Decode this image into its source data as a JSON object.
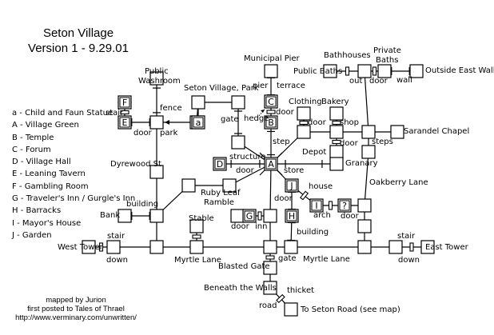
{
  "title": {
    "line1": "Seton Village",
    "line2": "Version 1 - 9.29.01"
  },
  "legend": [
    "a - Child and Faun Statue",
    "A - Village Green",
    "B - Temple",
    "C - Forum",
    "D - Village Hall",
    "E - Leaning Tavern",
    "F - Gambling Room",
    "G - Traveler's Inn / Gurgle's Inn",
    "H - Barracks",
    "I - Mayor's House",
    "J - Garden"
  ],
  "credits": {
    "line1": "mapped by Jurion",
    "line2": "first posted to Tales of Thrael",
    "line3": "http://www.verminary.com/unwritten/"
  },
  "nodes": [
    {
      "id": "pier",
      "letter": ""
    },
    {
      "id": "C",
      "letter": "C"
    },
    {
      "id": "B",
      "letter": "B"
    },
    {
      "id": "A",
      "letter": "A"
    },
    {
      "id": "pubbaths",
      "letter": ""
    },
    {
      "id": "bathhouses",
      "letter": ""
    },
    {
      "id": "privbaths",
      "letter": ""
    },
    {
      "id": "eastwall",
      "letter": ""
    },
    {
      "id": "clothing",
      "letter": ""
    },
    {
      "id": "clothst",
      "letter": ""
    },
    {
      "id": "bakery",
      "letter": ""
    },
    {
      "id": "shopst",
      "letter": ""
    },
    {
      "id": "depot",
      "letter": ""
    },
    {
      "id": "oak1",
      "letter": ""
    },
    {
      "id": "chapel",
      "letter": ""
    },
    {
      "id": "oak2",
      "letter": ""
    },
    {
      "id": "granary",
      "letter": ""
    },
    {
      "id": "washroom",
      "letter": ""
    },
    {
      "id": "F",
      "letter": "F"
    },
    {
      "id": "E",
      "letter": "E"
    },
    {
      "id": "parkA",
      "letter": ""
    },
    {
      "id": "parkB",
      "letter": ""
    },
    {
      "id": "svpark",
      "letter": ""
    },
    {
      "id": "a",
      "letter": "a"
    },
    {
      "id": "parkR",
      "letter": ""
    },
    {
      "id": "hedge",
      "letter": ""
    },
    {
      "id": "D",
      "letter": "D"
    },
    {
      "id": "dyre1",
      "letter": ""
    },
    {
      "id": "ruby1",
      "letter": ""
    },
    {
      "id": "ruby2",
      "letter": ""
    },
    {
      "id": "bankst",
      "letter": ""
    },
    {
      "id": "bank",
      "letter": ""
    },
    {
      "id": "J",
      "letter": "J"
    },
    {
      "id": "I",
      "letter": "I"
    },
    {
      "id": "Q",
      "letter": "?"
    },
    {
      "id": "oak3",
      "letter": ""
    },
    {
      "id": "oak4",
      "letter": ""
    },
    {
      "id": "H",
      "letter": "H"
    },
    {
      "id": "ginn1",
      "letter": ""
    },
    {
      "id": "G",
      "letter": "G"
    },
    {
      "id": "ginn2",
      "letter": ""
    },
    {
      "id": "stable",
      "letter": ""
    },
    {
      "id": "wt",
      "letter": ""
    },
    {
      "id": "wt2",
      "letter": ""
    },
    {
      "id": "my1",
      "letter": ""
    },
    {
      "id": "my2",
      "letter": ""
    },
    {
      "id": "my3",
      "letter": ""
    },
    {
      "id": "my4",
      "letter": ""
    },
    {
      "id": "my5",
      "letter": ""
    },
    {
      "id": "et1",
      "letter": ""
    },
    {
      "id": "et2",
      "letter": ""
    },
    {
      "id": "blasted",
      "letter": ""
    },
    {
      "id": "beneath",
      "letter": ""
    },
    {
      "id": "setonroad",
      "letter": ""
    }
  ],
  "labels": {
    "municipal_pier": "Municipal Pier",
    "pier": "pier",
    "terrace": "terrace",
    "door_c": "door",
    "hedge": "hedge",
    "step": "step",
    "public_baths": "Public Baths",
    "bathhouses": "Bathhouses",
    "private_baths_1": "Private",
    "private_baths_2": "Baths",
    "outside_east_wall": "Outside East Wall",
    "out": "out",
    "door_bath": "door",
    "wall": "wall",
    "clothing": "Clothing",
    "bakery": "Bakery",
    "door_cloth": "door",
    "shop": "shop",
    "door_shop": "door",
    "depot": "Depot",
    "granary": "Granary",
    "sarandel": "Sarandel Chapel",
    "steps": "steps",
    "oakberry": "Oakberry Lane",
    "public_1": "Public",
    "washroom": "Washroom",
    "fence": "fence",
    "park": "park",
    "door_e": "door",
    "stair_f": "stair",
    "seton_park": "Seton Village, Park",
    "gate_park": "gate",
    "structure": "structure",
    "door_d": "door",
    "store": "store",
    "dyrewood": "Dyrewood St",
    "building_bank": "building",
    "bank": "Bank",
    "ruby_1": "Ruby Leaf",
    "ruby_2": "Ramble",
    "house": "house",
    "door_j": "door",
    "arch": "arch",
    "door_i": "door",
    "building_h": "building",
    "stable": "Stable",
    "door_g": "door",
    "inn": "inn",
    "west_tower": "West Tower",
    "stair_w": "stair",
    "down_w": "down",
    "myrtle_w": "Myrtle Lane",
    "myrtle_e": "Myrtle Lane",
    "east_tower": "East Tower",
    "stair_e": "stair",
    "down_e": "down",
    "gate_s": "gate",
    "blasted_gate": "Blasted Gate",
    "beneath": "Beneath the Walls",
    "thicket": "thicket",
    "road": "road",
    "to_seton": "To Seton Road (see map)"
  }
}
